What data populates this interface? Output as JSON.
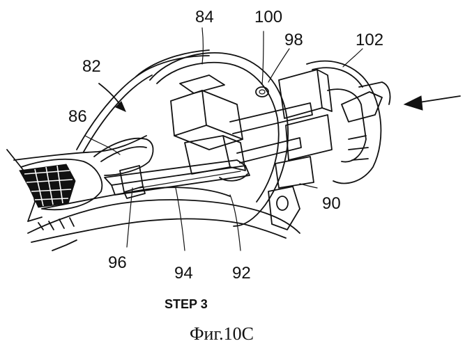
{
  "figure": {
    "caption": "Фиг.10С",
    "step_label": "STEP 3"
  },
  "labels": {
    "l82": "82",
    "l84": "84",
    "l86": "86",
    "l90": "90",
    "l92": "92",
    "l94": "94",
    "l96": "96",
    "l98": "98",
    "l100": "100",
    "l102": "102"
  },
  "colors": {
    "ink": "#111111",
    "background": "#ffffff"
  }
}
